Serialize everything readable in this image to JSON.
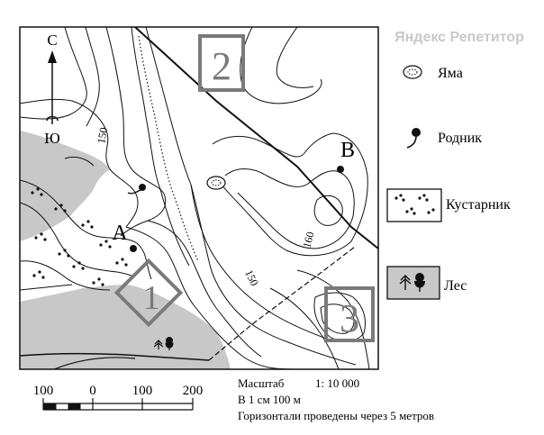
{
  "watermark": "Яндекс Репетитор",
  "compass": {
    "north": "С",
    "south": "Ю"
  },
  "contour_labels": [
    "150",
    "150",
    "160"
  ],
  "points": {
    "a": "А",
    "b": "В"
  },
  "squares": [
    "1",
    "2",
    "3"
  ],
  "legend": {
    "pit": "Яма",
    "spring": "Родник",
    "shrub": "Кустарник",
    "forest": "Лес"
  },
  "scale_bar": {
    "ticks": [
      "100",
      "0",
      "100",
      "200"
    ]
  },
  "scale_text": {
    "line1_label": "Масштаб",
    "line1_value": "1: 10 000",
    "line2": "В 1 см 100 м",
    "line3": "Горизонтали проведены через 5 метров"
  },
  "colors": {
    "forest": "#c8c8c8",
    "square_stroke": "#7a7a7a",
    "watermark": "#c8c8c8"
  }
}
